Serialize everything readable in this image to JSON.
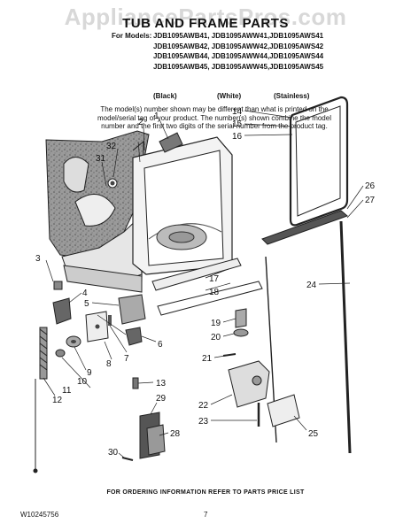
{
  "watermark": "AppliancePartsPros.com",
  "title": "TUB AND FRAME PARTS",
  "models": {
    "label": "For Models:",
    "rows": [
      "JDB1095AWB41, JDB1095AWW41,JDB1095AWS41",
      "JDB1095AWB42, JDB1095AWW42,JDB1095AWS42",
      "JDB1095AWB44, JDB1095AWW44,JDB1095AWS44",
      "JDB1095AWB45, JDB1095AWW45,JDB1095AWS45"
    ]
  },
  "colors": [
    "(Black)",
    "(White)",
    "(Stainless)"
  ],
  "note": "The model(s) number shown may be different than what is printed on the model/serial tag of your product. The number(s) shown combine the model number and the first two digits of the serial number from the product tag.",
  "footer": "FOR ORDERING INFORMATION REFER TO PARTS PRICE LIST",
  "doc_number": "W10245756",
  "page_number": "7",
  "callouts": [
    "1",
    "2",
    "3",
    "4",
    "5",
    "6",
    "7",
    "8",
    "9",
    "10",
    "11",
    "12",
    "13",
    "14",
    "15",
    "16",
    "17",
    "18",
    "19",
    "20",
    "21",
    "22",
    "23",
    "24",
    "25",
    "26",
    "27",
    "28",
    "29",
    "30",
    "31",
    "32"
  ]
}
